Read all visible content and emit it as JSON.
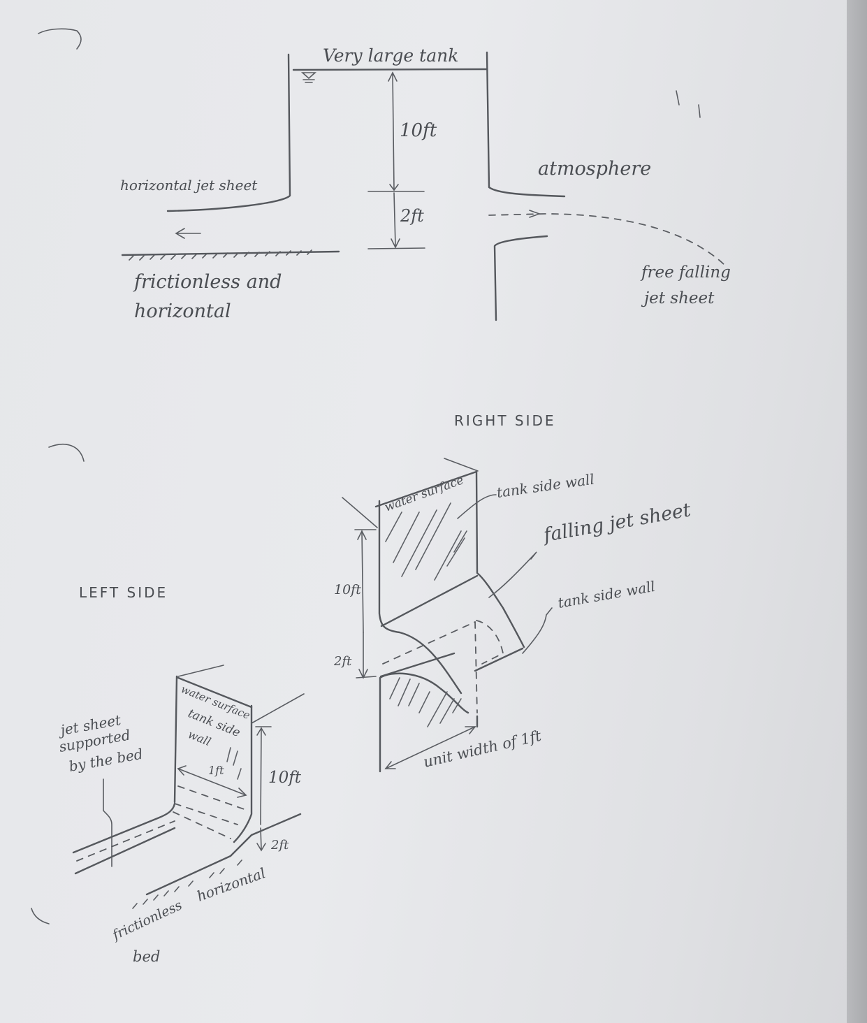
{
  "top_diagram": {
    "tank_label": "Very large tank",
    "height_water": "10ft",
    "height_outlet": "2ft",
    "left_jet_label": "horizontal jet sheet",
    "bed_label_line1": "frictionless and",
    "bed_label_line2": "horizontal",
    "atmosphere_label": "atmosphere",
    "free_fall_line1": "free falling",
    "free_fall_line2": "jet sheet"
  },
  "right_side": {
    "title": "RIGHT SIDE",
    "water_surface": "water surface",
    "tank_side_wall_top": "tank side wall",
    "falling_jet": "falling jet sheet",
    "tank_side_wall_bottom": "tank side wall",
    "height_water": "10ft",
    "height_outlet": "2ft",
    "unit_width": "unit width of 1ft"
  },
  "left_side": {
    "title": "LEFT SIDE",
    "water_surface": "water surface",
    "tank_side_wall_line1": "tank side",
    "tank_side_wall_line2": "wall",
    "width": "1ft",
    "height_water": "10ft",
    "height_outlet": "2ft",
    "jet_supported_line1": "jet sheet",
    "jet_supported_line2": "supported",
    "jet_supported_line3": "by the bed",
    "horizontal": "horizontal",
    "bed_line1": "frictionless",
    "bed_line2": "bed"
  }
}
